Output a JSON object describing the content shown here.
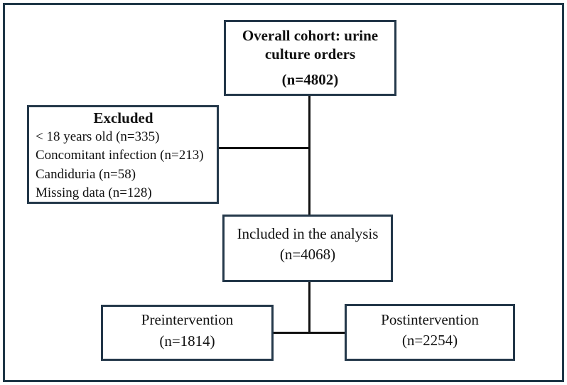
{
  "figure": {
    "background": "#ffffff",
    "frame_color": "#1f3747",
    "box_border_color": "#24384a",
    "line_color": "#111111"
  },
  "nodes": {
    "overall": {
      "title": "Overall cohort: urine culture orders",
      "count": "(n=4802)"
    },
    "excluded": {
      "title": "Excluded",
      "items": [
        "< 18 years old (n=335)",
        "Concomitant infection (n=213)",
        "Candiduria (n=58)",
        "Missing data (n=128)"
      ]
    },
    "included": {
      "title": "Included in the analysis",
      "count": "(n=4068)"
    },
    "preintervention": {
      "title": "Preintervention",
      "count": "(n=1814)"
    },
    "postintervention": {
      "title": "Postintervention",
      "count": "(n=2254)"
    }
  }
}
